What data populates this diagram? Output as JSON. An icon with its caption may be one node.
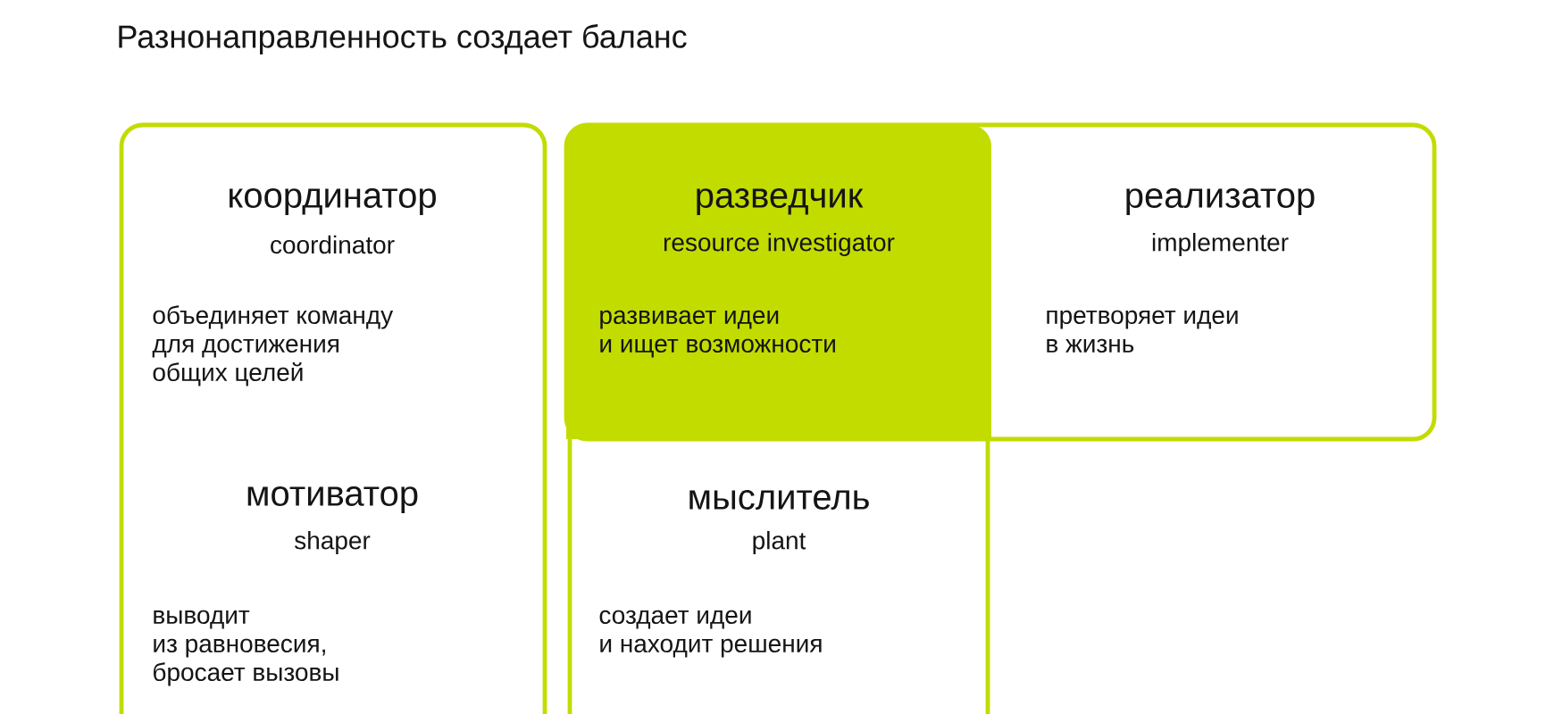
{
  "diagram": {
    "title": "Разнонаправленность создает баланс",
    "nodes": [
      {
        "text": [],
        "shape": "box"
      },
      {
        "text": [
          "координатор",
          "coordinator",
          "объединяет команду для достижения общих целей"
        ],
        "in": 0
      },
      {
        "text": [
          "мотиватор",
          "shaper",
          "выводит из равновесия, бросает вызовы"
        ],
        "in": 0
      },
      {
        "text": [],
        "shape": "box"
      },
      {
        "text": [
          "разведчик",
          "resource investigator",
          "развивает идеи и ищет возможности"
        ],
        "in": 3
      },
      {
        "text": [
          "реализатор",
          "implementer",
          "претворяет идеи в жизнь"
        ],
        "in": 3
      },
      {
        "text": [
          "мыслитель",
          "plant",
          "создает идеи и находит решения"
        ]
      }
    ]
  }
}
